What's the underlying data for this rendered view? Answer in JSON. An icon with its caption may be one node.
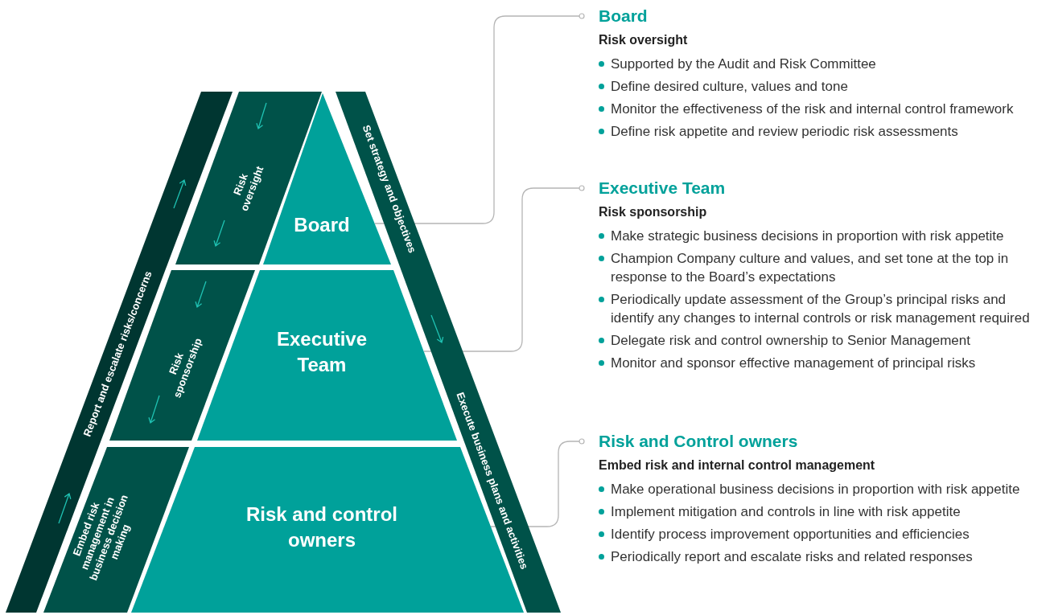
{
  "diagram": {
    "nodes": [
      {
        "text": [
          "Board"
        ]
      },
      {
        "text": [
          "Executive Team"
        ]
      },
      {
        "text": [
          "Risk and control owners"
        ]
      },
      {
        "text": [
          "Risk oversight"
        ]
      },
      {
        "text": [
          "Risk sponsorship"
        ]
      },
      {
        "text": [
          "Embed risk management in business decision making"
        ]
      },
      {
        "text": [
          "Report and escalate risks/concerns"
        ]
      },
      {
        "text": [
          "Set strategy and objectives",
          "Execute business plans and activities"
        ]
      },
      {
        "text": [
          "Board",
          "Risk oversight",
          "Supported by the Audit and Risk Committee",
          "Define desired culture, values and tone",
          "Monitor the effectiveness of the risk and internal control framework",
          "Define risk appetite and review periodic risk assessments"
        ]
      },
      {
        "text": [
          "Executive Team",
          "Risk sponsorship",
          "Make strategic business decisions in proportion with risk appetite",
          "Champion Company culture and values, and set tone at the top in response to the Board’s expectations",
          "Periodically update assessment of the Group’s principal risks and identify any changes to internal controls or risk management required",
          "Delegate risk and control ownership to Senior Management",
          "Monitor and sponsor effective management of principal risks"
        ]
      },
      {
        "text": [
          "Risk and Control owners",
          "Embed risk and internal control management",
          "Make operational business decisions in proportion with risk appetite",
          "Implement mitigation and controls in line with risk appetite",
          "Identify process improvement opportunities and efficiencies",
          "Periodically report and escalate risks and related responses"
        ]
      }
    ],
    "edges": [
      {
        "from": 0,
        "to": 8,
        "arrow": "other"
      },
      {
        "from": 1,
        "to": 9,
        "arrow": "other"
      },
      {
        "from": 2,
        "to": 10,
        "arrow": "other"
      }
    ]
  }
}
